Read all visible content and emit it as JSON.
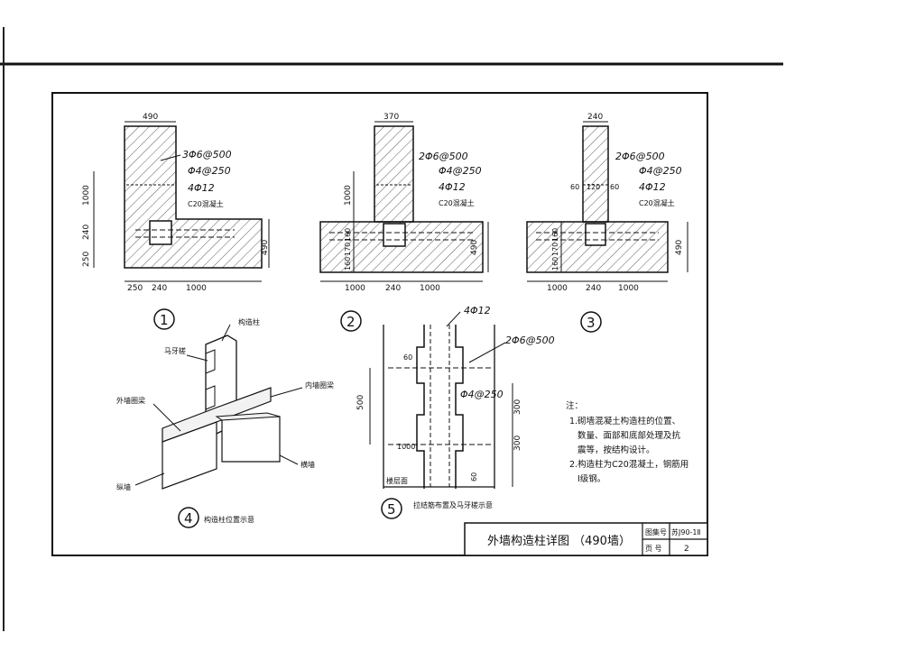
{
  "title_block": {
    "title": "外墙构造柱详图 （490墙）",
    "atlas_label": "图集号",
    "atlas_no": "苏J90-1Ⅱ",
    "page_label": "页 号",
    "page_no": "2"
  },
  "details": {
    "d1": {
      "no": "1",
      "top_dim": "490",
      "stirrup": "3Φ6@500",
      "tie": "Φ4@250",
      "bars": "4Φ12",
      "concrete": "C20混凝土",
      "left_dims": [
        "1000",
        "240",
        "250"
      ],
      "right_dim": "490",
      "bottom_dims": [
        "250",
        "240",
        "1000"
      ]
    },
    "d2": {
      "no": "2",
      "top_dim": "370",
      "stirrup": "2Φ6@500",
      "tie": "Φ4@250",
      "bars": "4Φ12",
      "concrete": "C20混凝土",
      "left_dims": [
        "1000",
        "160",
        "170",
        "160"
      ],
      "right_dim": "490",
      "bottom_dims": [
        "1000",
        "240",
        "1000"
      ]
    },
    "d3": {
      "no": "3",
      "top_dim": "240",
      "stirrup": "2Φ6@500",
      "tie": "Φ4@250",
      "bars": "4Φ12",
      "concrete": "C20混凝土",
      "side_dims": [
        "60",
        "120",
        "60"
      ],
      "left_dims": [
        "160",
        "170",
        "160"
      ],
      "right_dim": "490",
      "bottom_dims": [
        "1000",
        "240",
        "1000"
      ]
    },
    "d4": {
      "no": "4",
      "caption": "构造柱位置示意",
      "labels": {
        "column": "构造柱",
        "toothing": "马牙槎",
        "outer_ring": "外墙圈梁",
        "inner_ring": "内墙圈梁",
        "cross_wall": "横墙",
        "long_wall": "纵墙"
      }
    },
    "d5": {
      "no": "5",
      "caption": "拉结筋布置及马牙槎示意",
      "bars": "4Φ12",
      "stirrup": "2Φ6@500",
      "tie": "Φ4@250",
      "dims": [
        "60",
        "500",
        "300",
        "300",
        "1000",
        "60"
      ],
      "floor": "楼层面"
    }
  },
  "notes": {
    "heading": "注：",
    "items": [
      "1.砌墙混凝土构造柱的位置、",
      "数量、面部和底部处理及抗",
      "震等，按结构设计。",
      "2.构造柱为C20混凝土，钢筋用",
      "Ⅰ级钢。"
    ]
  }
}
